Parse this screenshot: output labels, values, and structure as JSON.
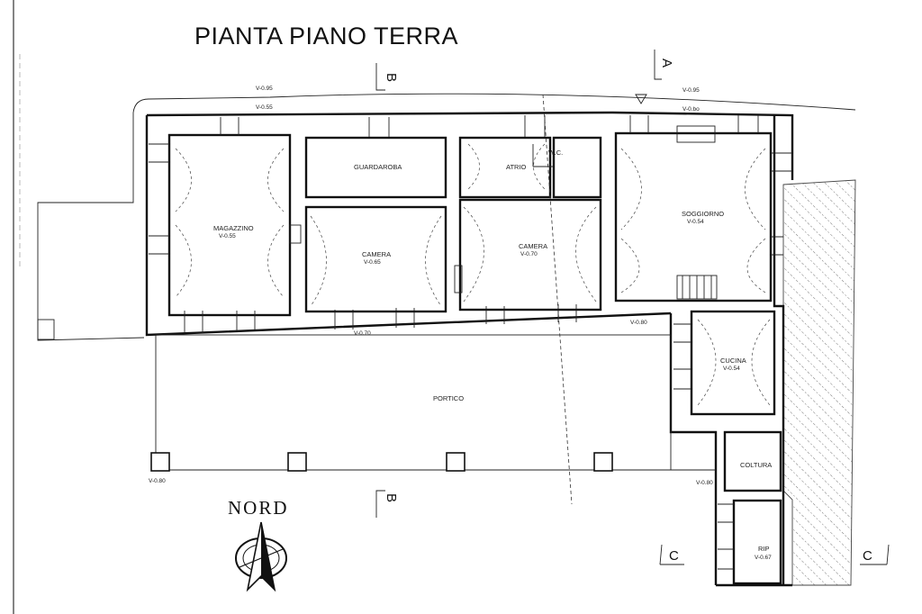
{
  "drawing": {
    "title": "PIANTA PIANO TERRA",
    "north_label": "NORD"
  },
  "rooms": [
    {
      "id": "magazzino",
      "name": "MAGAZZINO",
      "level": "V-0.55"
    },
    {
      "id": "guardaroba",
      "name": "GUARDAROBA",
      "level": ""
    },
    {
      "id": "atrio",
      "name": "ATRIO",
      "level": ""
    },
    {
      "id": "wc",
      "name": "W.C.",
      "level": ""
    },
    {
      "id": "camera1",
      "name": "CAMERA",
      "level": "V-0.65"
    },
    {
      "id": "camera2",
      "name": "CAMERA",
      "level": "V-0.70"
    },
    {
      "id": "soggiorno",
      "name": "SOGGIORNO",
      "level": "V-0.54"
    },
    {
      "id": "cucina",
      "name": "CUCINA",
      "level": "V-0.54"
    },
    {
      "id": "portico",
      "name": "PORTICO",
      "level": ""
    },
    {
      "id": "coltura",
      "name": "COLTURA",
      "level": ""
    },
    {
      "id": "rip",
      "name": "RIP",
      "level": "V-0.67"
    }
  ],
  "levels": {
    "top_left_outer": "V-0.95",
    "top_left_inner": "V-0.55",
    "top_right_outer": "V-0.95",
    "top_right_inner": "V-0.bo",
    "portico_wall": "V-0.70",
    "soggiorno_front": "V-0.80",
    "bottom_left": "V-0.80",
    "bottom_right": "V-0.80"
  },
  "section_marks": {
    "top_b": "B",
    "bottom_b": "B",
    "top_a": "A",
    "left_c": "C",
    "right_c": "C"
  }
}
